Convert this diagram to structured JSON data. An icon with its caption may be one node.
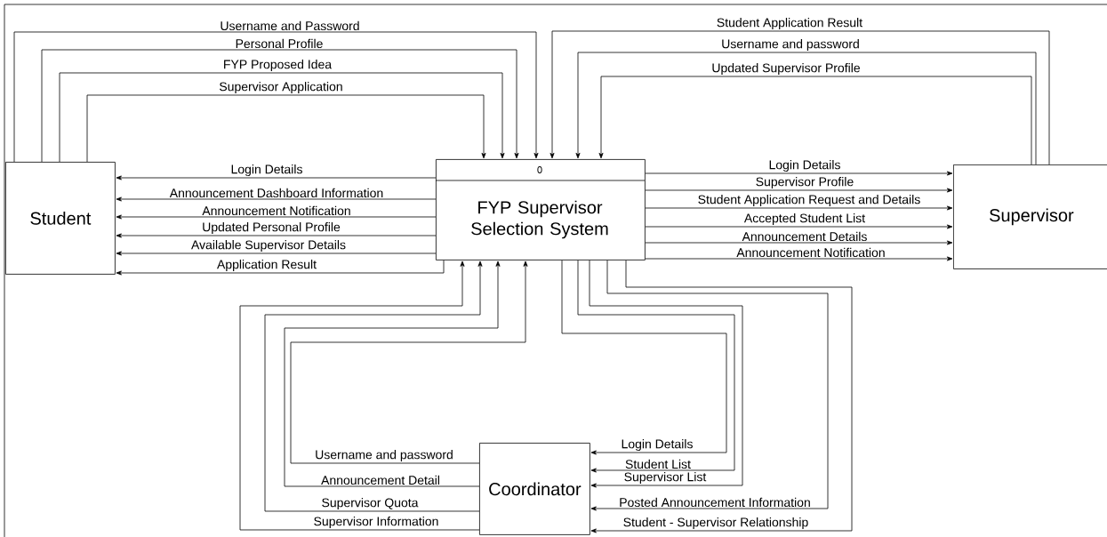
{
  "diagram": {
    "nodes": [
      {
        "text": [
          "Student"
        ]
      },
      {
        "text": [
          "0",
          "FYP Supervisor Selection System"
        ]
      },
      {
        "text": [
          "Supervisor"
        ]
      },
      {
        "text": [
          "Coordinator"
        ]
      }
    ],
    "edges": [
      {
        "from": 0,
        "to": 1,
        "arrow": "to",
        "label": "Username and Password"
      },
      {
        "from": 0,
        "to": 1,
        "arrow": "to",
        "label": "Personal Profile"
      },
      {
        "from": 0,
        "to": 1,
        "arrow": "to",
        "label": "FYP Proposed Idea"
      },
      {
        "from": 0,
        "to": 1,
        "arrow": "to",
        "label": "Supervisor Application"
      },
      {
        "from": 2,
        "to": 1,
        "arrow": "to",
        "label": "Student Application Result"
      },
      {
        "from": 2,
        "to": 1,
        "arrow": "to",
        "label": "Username and password"
      },
      {
        "from": 2,
        "to": 1,
        "arrow": "to",
        "label": "Updated Supervisor Profile"
      },
      {
        "from": 1,
        "to": 0,
        "arrow": "to",
        "label": "Login Details"
      },
      {
        "from": 1,
        "to": 0,
        "arrow": "to",
        "label": "Announcement Dashboard Information"
      },
      {
        "from": 1,
        "to": 0,
        "arrow": "to",
        "label": "Announcement Notification"
      },
      {
        "from": 1,
        "to": 0,
        "arrow": "to",
        "label": "Updated Personal Profile"
      },
      {
        "from": 1,
        "to": 0,
        "arrow": "to",
        "label": "Available Supervisor Details"
      },
      {
        "from": 1,
        "to": 0,
        "arrow": "to",
        "label": "Application Result"
      },
      {
        "from": 1,
        "to": 2,
        "arrow": "to",
        "label": "Login Details"
      },
      {
        "from": 1,
        "to": 2,
        "arrow": "to",
        "label": "Supervisor Profile"
      },
      {
        "from": 1,
        "to": 2,
        "arrow": "to",
        "label": "Student Application Request and Details"
      },
      {
        "from": 1,
        "to": 2,
        "arrow": "to",
        "label": "Accepted Student List"
      },
      {
        "from": 1,
        "to": 2,
        "arrow": "to",
        "label": "Announcement Details"
      },
      {
        "from": 1,
        "to": 2,
        "arrow": "to",
        "label": "Announcement Notification"
      },
      {
        "from": 3,
        "to": 1,
        "arrow": "to",
        "label": "Username and password"
      },
      {
        "from": 3,
        "to": 1,
        "arrow": "to",
        "label": "Announcement Detail"
      },
      {
        "from": 3,
        "to": 1,
        "arrow": "to",
        "label": "Supervisor Quota"
      },
      {
        "from": 3,
        "to": 1,
        "arrow": "to",
        "label": "Supervisor Information"
      },
      {
        "from": 1,
        "to": 3,
        "arrow": "to",
        "label": "Login Details"
      },
      {
        "from": 1,
        "to": 3,
        "arrow": "to",
        "label": "Student List"
      },
      {
        "from": 1,
        "to": 3,
        "arrow": "to",
        "label": "Supervisor List"
      },
      {
        "from": 1,
        "to": 3,
        "arrow": "to",
        "label": "Posted Announcement Information"
      },
      {
        "from": 1,
        "to": 3,
        "arrow": "to",
        "label": "Student - Supervisor Relationship"
      }
    ]
  }
}
